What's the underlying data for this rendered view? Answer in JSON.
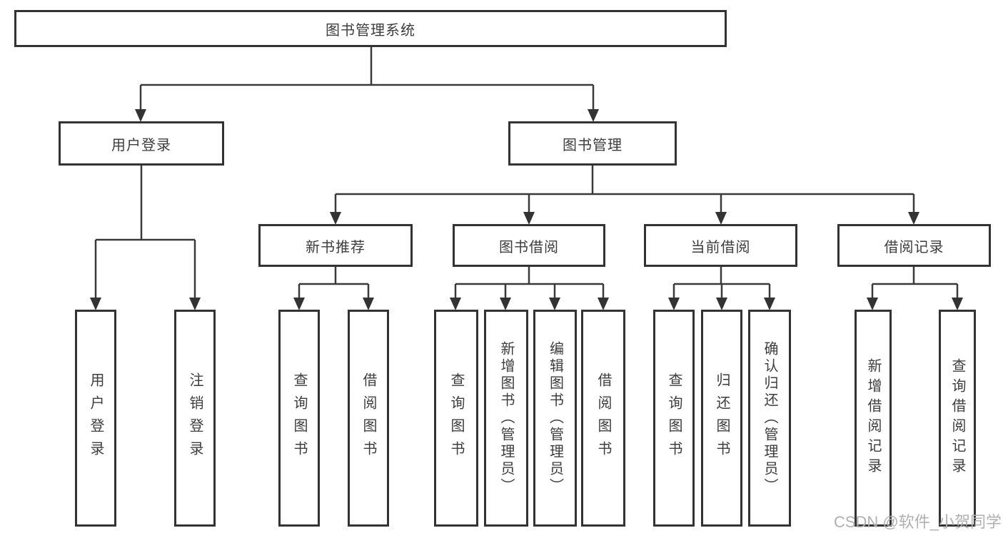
{
  "diagram": {
    "root_label": "图书管理系统",
    "branches": [
      {
        "label": "用户登录",
        "leaves": [
          "用户登录",
          "注销登录"
        ]
      },
      {
        "label": "图书管理",
        "groups": [
          {
            "label": "新书推荐",
            "leaves": [
              "查询图书",
              "借阅图书"
            ]
          },
          {
            "label": "图书借阅",
            "leaves": [
              "查询图书",
              "新增图书（管理员）",
              "编辑图书（管理员）",
              "借阅图书"
            ]
          },
          {
            "label": "当前借阅",
            "leaves": [
              "查询图书",
              "归还图书",
              "确认归还（管理员）"
            ]
          },
          {
            "label": "借阅记录",
            "leaves": [
              "新增借阅记录",
              "查询借阅记录"
            ]
          }
        ]
      }
    ]
  },
  "watermark": "CSDN @软件_小贺同学",
  "colors": {
    "line": "#3a3a3a",
    "box_border": "#333333",
    "text": "#3d3d3d",
    "watermark": "#b0b0b0",
    "background": "#ffffff"
  }
}
